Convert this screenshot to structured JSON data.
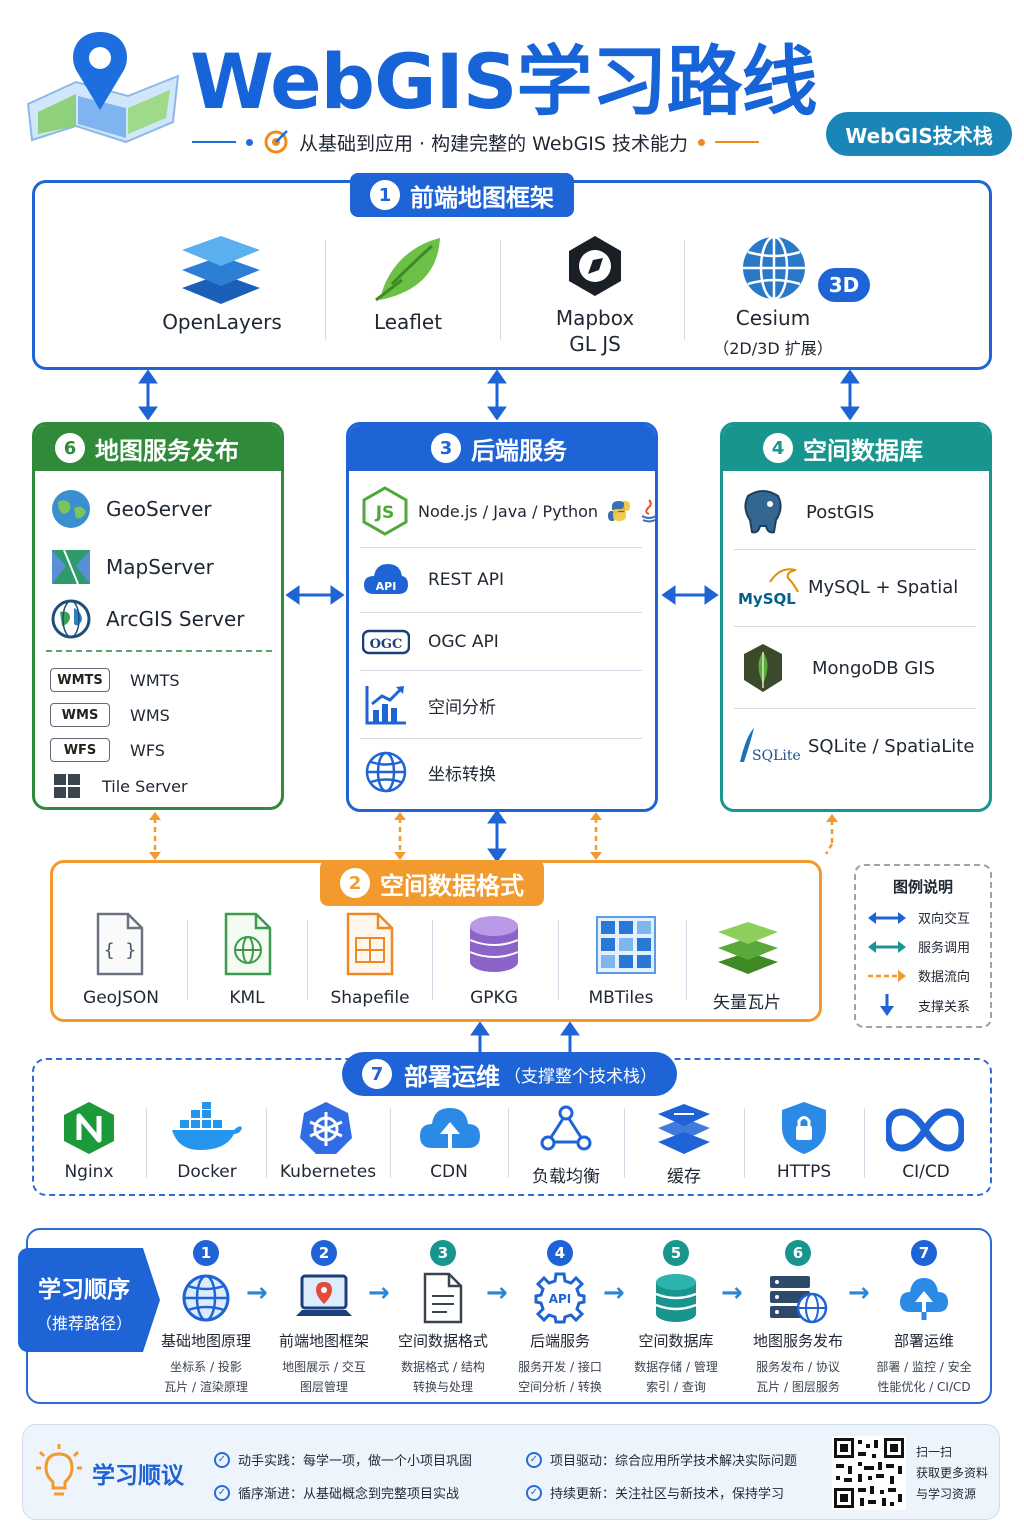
{
  "header": {
    "title": "WebGIS学习路线",
    "subtitle": "从基础到应用 · 构建完整的 WebGIS 技术能力",
    "stack_badge": "WebGIS技术栈"
  },
  "frontend": {
    "num": "1",
    "title": "前端地图框架",
    "items": [
      {
        "label": "OpenLayers",
        "icon": "layers-icon"
      },
      {
        "label": "Leaflet",
        "icon": "leaf-icon"
      },
      {
        "label": "Mapbox",
        "label2": "GL JS",
        "icon": "mapbox-icon"
      },
      {
        "label": "Cesium",
        "label2": "（2D/3D 扩展）",
        "badge": "3D",
        "icon": "globe-icon"
      }
    ]
  },
  "map_service": {
    "num": "6",
    "title": "地图服务发布",
    "servers": [
      "GeoServer",
      "MapServer",
      "ArcGIS Server"
    ],
    "protocols": [
      {
        "badge": "WMTS",
        "label": "WMTS"
      },
      {
        "badge": "WMS",
        "label": "WMS"
      },
      {
        "badge": "WFS",
        "label": "WFS"
      }
    ],
    "tile_server": "Tile Server"
  },
  "backend": {
    "num": "3",
    "title": "后端服务",
    "items": [
      {
        "label": "Node.js / Java / Python",
        "icon": "nodejs-icon"
      },
      {
        "label": "REST API",
        "icon": "cloud-api-icon",
        "icon_text": "API"
      },
      {
        "label": "OGC API",
        "icon": "ogc-icon",
        "icon_text": "OGC"
      },
      {
        "label": "空间分析",
        "icon": "chart-icon"
      },
      {
        "label": "坐标转换",
        "icon": "globe-icon"
      }
    ]
  },
  "database": {
    "num": "4",
    "title": "空间数据库",
    "items": [
      {
        "label": "PostGIS",
        "icon": "postgres-icon"
      },
      {
        "label": "MySQL + Spatial",
        "icon": "mysql-icon",
        "icon_text": "MySQL"
      },
      {
        "label": "MongoDB GIS",
        "icon": "mongodb-icon"
      },
      {
        "label": "SQLite / SpatiaLite",
        "icon": "sqlite-icon",
        "icon_text": "SQLite"
      }
    ]
  },
  "data_format": {
    "num": "2",
    "title": "空间数据格式",
    "items": [
      "GeoJSON",
      "KML",
      "Shapefile",
      "GPKG",
      "MBTiles",
      "矢量瓦片"
    ]
  },
  "legend": {
    "title": "图例说明",
    "items": [
      "双向交互",
      "服务调用",
      "数据流向",
      "支撑关系"
    ]
  },
  "deploy": {
    "num": "7",
    "title": "部署运维",
    "subtitle": "（支撑整个技术栈）",
    "items": [
      "Nginx",
      "Docker",
      "Kubernetes",
      "CDN",
      "负载均衡",
      "缓存",
      "HTTPS",
      "CI/CD"
    ]
  },
  "learning_order": {
    "title": "学习顺序",
    "subtitle": "（推荐路径）",
    "steps": [
      {
        "num": "1",
        "title": "基础地图原理",
        "desc1": "坐标系 / 投影",
        "desc2": "瓦片 / 渲染原理"
      },
      {
        "num": "2",
        "title": "前端地图框架",
        "desc1": "地图展示 / 交互",
        "desc2": "图层管理"
      },
      {
        "num": "3",
        "title": "空间数据格式",
        "desc1": "数据格式 / 结构",
        "desc2": "转换与处理"
      },
      {
        "num": "4",
        "title": "后端服务",
        "desc1": "服务开发 / 接口",
        "desc2": "空间分析 / 转换"
      },
      {
        "num": "5",
        "title": "空间数据库",
        "desc1": "数据存储 / 管理",
        "desc2": "索引 / 查询"
      },
      {
        "num": "6",
        "title": "地图服务发布",
        "desc1": "服务发布 / 协议",
        "desc2": "瓦片 / 图层服务"
      },
      {
        "num": "7",
        "title": "部署运维",
        "desc1": "部署 / 监控 / 安全",
        "desc2": "性能优化 / CI/CD"
      }
    ]
  },
  "advice": {
    "title": "学习顺议",
    "tips": [
      "动手实践：每学一项，做一个小项目巩固",
      "项目驱动：综合应用所学技术解决实际问题",
      "循序渐进：从基础概念到完整项目实战",
      "持续更新：关注社区与新技术，保持学习"
    ],
    "qr_lines": [
      "扫一扫",
      "获取更多资料",
      "与学习资源"
    ]
  },
  "colors": {
    "primary": "#1763d8",
    "green": "#2f8a3a",
    "teal": "#19958f",
    "orange": "#f29a2e",
    "badge_teal": "#1a86b8"
  }
}
